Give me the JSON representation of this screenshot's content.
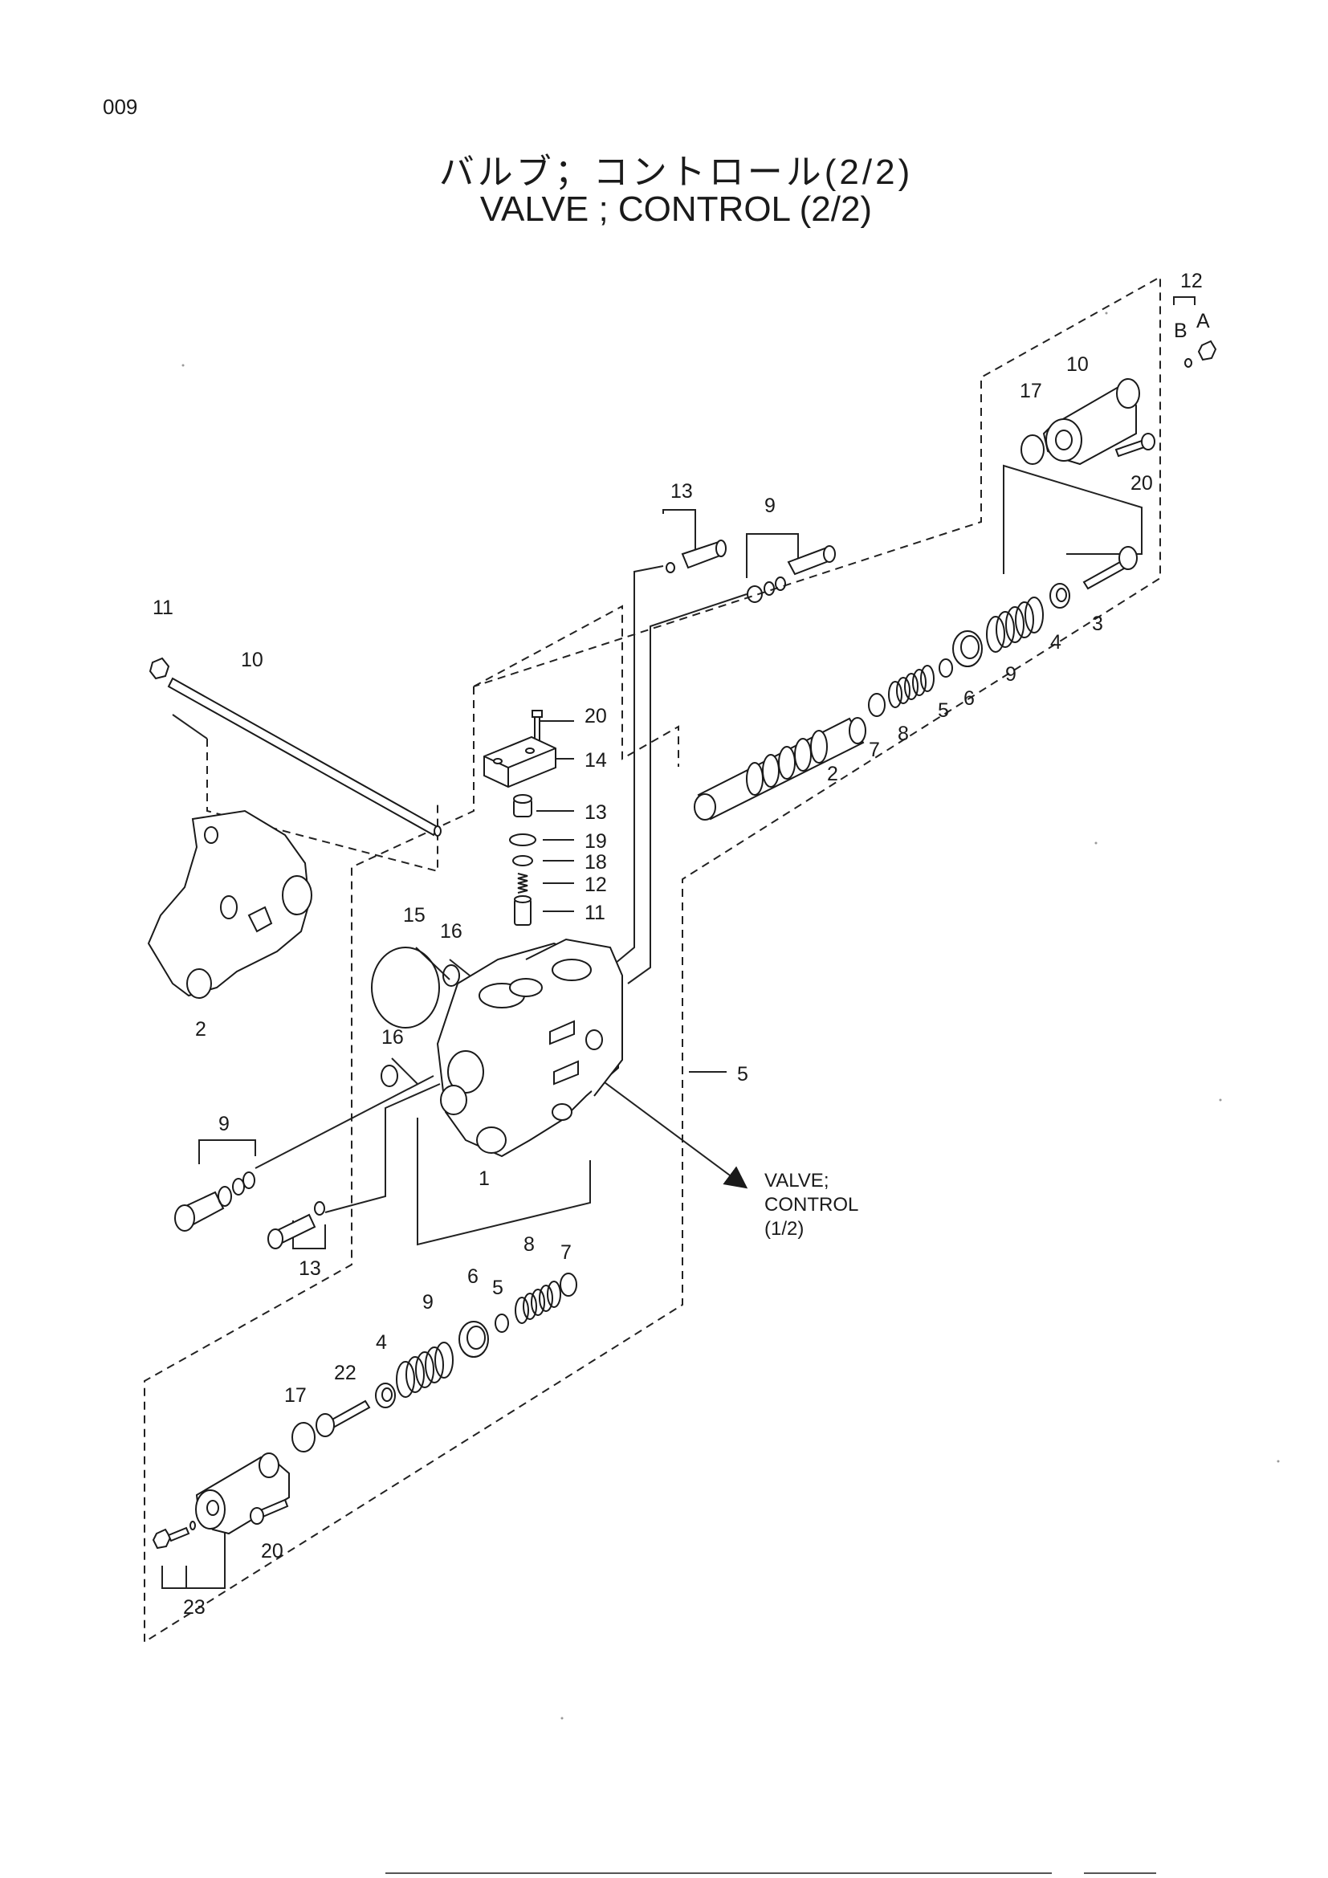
{
  "page": {
    "number": "009"
  },
  "title": {
    "japanese": "バルブ；コントロール(2/2)",
    "english": "VALVE ; CONTROL (2/2)"
  },
  "callouts": {
    "c1": "1",
    "c2_left": "2",
    "c2_spool": "2",
    "c3_top": "3",
    "c4_top": "4",
    "c4_bottom": "4",
    "c5_top": "5",
    "c5_bottom": "5",
    "c5_assembly": "5",
    "c6_top": "6",
    "c6_bottom": "6",
    "c7_top": "7",
    "c7_bottom": "7",
    "c8_top": "8",
    "c8_bottom": "8",
    "c9_top_spring": "9",
    "c9_bottom_spring": "9",
    "c9_top_plug": "9",
    "c9_left_plug": "9",
    "c10_rod": "10",
    "c10_cap": "10",
    "c11_nut": "11",
    "c11_center": "11",
    "c12_top": "12",
    "c12_center": "12",
    "c12_A": "A",
    "c12_B": "B",
    "c13_top": "13",
    "c13_center": "13",
    "c13_left": "13",
    "c14": "14",
    "c15": "15",
    "c16_upper": "16",
    "c16_lower": "16",
    "c17_top": "17",
    "c17_bottom": "17",
    "c18": "18",
    "c19": "19",
    "c20_top": "20",
    "c20_block": "20",
    "c20_bottom": "20",
    "c22": "22",
    "c23": "23"
  },
  "reference": {
    "line1": "VALVE;",
    "line2": "CONTROL",
    "line3": "(1/2)"
  }
}
